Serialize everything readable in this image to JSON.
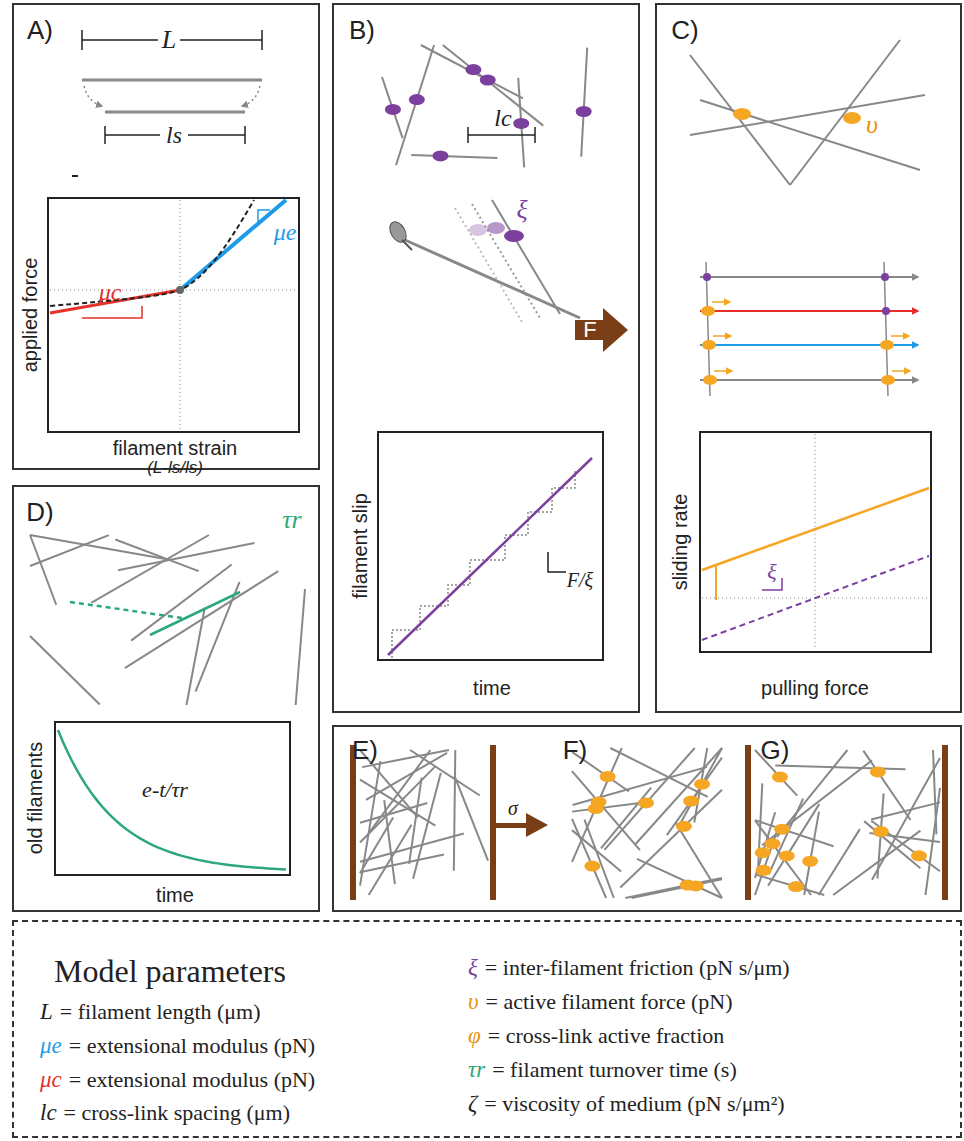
{
  "diagram": {
    "nodes": [
      {
        "text": [
          "A)",
          "L",
          "ls",
          "applied force",
          "filament strain",
          "(L-ls/ls)",
          "μe",
          "μc"
        ]
      },
      {
        "text": [
          "B)",
          "lc",
          "ξ",
          "F",
          "filament slip",
          "time",
          "F/ξ"
        ]
      },
      {
        "text": [
          "C)",
          "υ",
          "sliding rate",
          "pulling force",
          "ξ"
        ]
      },
      {
        "text": [
          "D)",
          "τr",
          "old filaments",
          "time",
          "e-t/τr"
        ]
      },
      {
        "text": [
          "E)",
          "σ",
          "F)",
          "G)"
        ]
      },
      {
        "text": [
          "Model parameters",
          "L",
          "= filament length (μm)",
          "μe",
          "= extensional modulus (pN)",
          "μc",
          "= extensional modulus (pN)",
          "lc",
          "= cross-link spacing (μm)",
          "ξ",
          "= inter-filament friction (pN s/μm)",
          "υ",
          "= active filament force (pN)",
          "φ",
          "= cross-link active fraction",
          "τr",
          "= filament turnover time (s)",
          "ζ",
          "= viscosity of medium (pN s/μm²)"
        ]
      }
    ]
  }
}
